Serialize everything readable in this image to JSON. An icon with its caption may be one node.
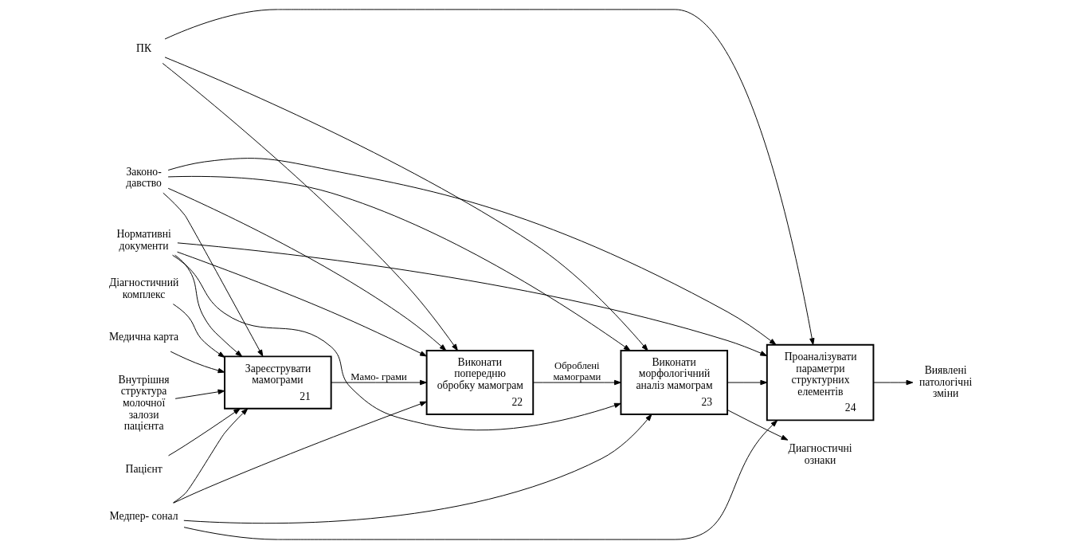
{
  "diagram": {
    "nodes": [
      {
        "text": [
          "Медична карта"
        ]
      },
      {
        "text": [
          "Законо- давство"
        ]
      },
      {
        "text": [
          "Нормативні документи"
        ]
      },
      {
        "text": [
          "Внутрішня структура молочної залози пацієнта"
        ]
      },
      {
        "text": [
          "Зареєструвати мамограми",
          "21"
        ]
      },
      {
        "text": [
          "Виконати попередню обробку мамограм",
          "22"
        ]
      },
      {
        "text": [
          "Виконати морфологічний аналіз мамограм",
          "23"
        ]
      },
      {
        "text": [
          "Проаналізувати параметри структурних елементів",
          "24"
        ]
      },
      {
        "text": [
          "Диагностичні ознаки"
        ]
      },
      {
        "text": [
          "Виявлені патологічні зміни"
        ]
      },
      {
        "text": [
          "Пацієнт"
        ]
      },
      {
        "text": [
          "Діагностичний комплекс"
        ]
      },
      {
        "text": [
          "ПК"
        ]
      },
      {
        "text": [
          "Медпер- сонал"
        ]
      }
    ],
    "edges": [
      {
        "from": 0,
        "to": 4,
        "arrow": "to"
      },
      {
        "from": 1,
        "to": 4,
        "arrow": "to"
      },
      {
        "from": 1,
        "to": 5,
        "arrow": "to"
      },
      {
        "from": 1,
        "to": 6,
        "arrow": "to"
      },
      {
        "from": 1,
        "to": 7,
        "arrow": "to"
      },
      {
        "from": 2,
        "to": 4,
        "arrow": "to"
      },
      {
        "from": 2,
        "to": 5,
        "arrow": "to"
      },
      {
        "from": 2,
        "to": 6,
        "arrow": "to"
      },
      {
        "from": 2,
        "to": 7,
        "arrow": "to"
      },
      {
        "from": 3,
        "to": 4,
        "arrow": "to"
      },
      {
        "from": 4,
        "to": 5,
        "arrow": "to",
        "label": "Мамо- грами"
      },
      {
        "from": 5,
        "to": 6,
        "arrow": "to",
        "label": "Оброблені мамограми"
      },
      {
        "from": 6,
        "to": 7,
        "arrow": "to"
      },
      {
        "from": 6,
        "to": 8,
        "arrow": "to"
      },
      {
        "from": 7,
        "to": 9,
        "arrow": "to"
      },
      {
        "from": 10,
        "to": 4,
        "arrow": "to"
      },
      {
        "from": 11,
        "to": 4,
        "arrow": "to"
      },
      {
        "from": 12,
        "to": 5,
        "arrow": "to"
      },
      {
        "from": 12,
        "to": 6,
        "arrow": "to"
      },
      {
        "from": 12,
        "to": 7,
        "arrow": "to"
      },
      {
        "from": 13,
        "to": 4,
        "arrow": "to"
      },
      {
        "from": 13,
        "to": 5,
        "arrow": "to"
      },
      {
        "from": 13,
        "to": 6,
        "arrow": "to"
      },
      {
        "from": 13,
        "to": 7,
        "arrow": "to"
      }
    ]
  }
}
